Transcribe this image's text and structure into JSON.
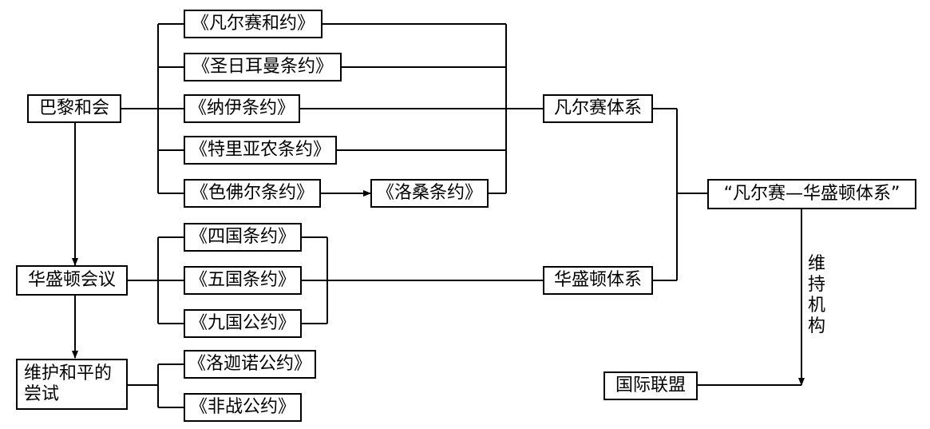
{
  "nodes": {
    "paris": "巴黎和会",
    "washington_conf": "华盛顿会议",
    "peace_attempt": "维护和平的尝试",
    "versailles_treaty": "《凡尔赛和约》",
    "st_germain": "《圣日耳曼条约》",
    "neuilly": "《纳伊条约》",
    "trianon": "《特里亚农条约》",
    "sevres": "《色佛尔条约》",
    "lausanne": "《洛桑条约》",
    "four_power": "《四国条约》",
    "five_power": "《五国条约》",
    "nine_power": "《九国公约》",
    "locarno": "《洛迦诺公约》",
    "kellogg": "《非战公约》",
    "versailles_system": "凡尔赛体系",
    "washington_system": "华盛顿体系",
    "vw_system": "“凡尔赛—华盛顿体系”",
    "league": "国际联盟"
  },
  "edge_label": "维持机构"
}
